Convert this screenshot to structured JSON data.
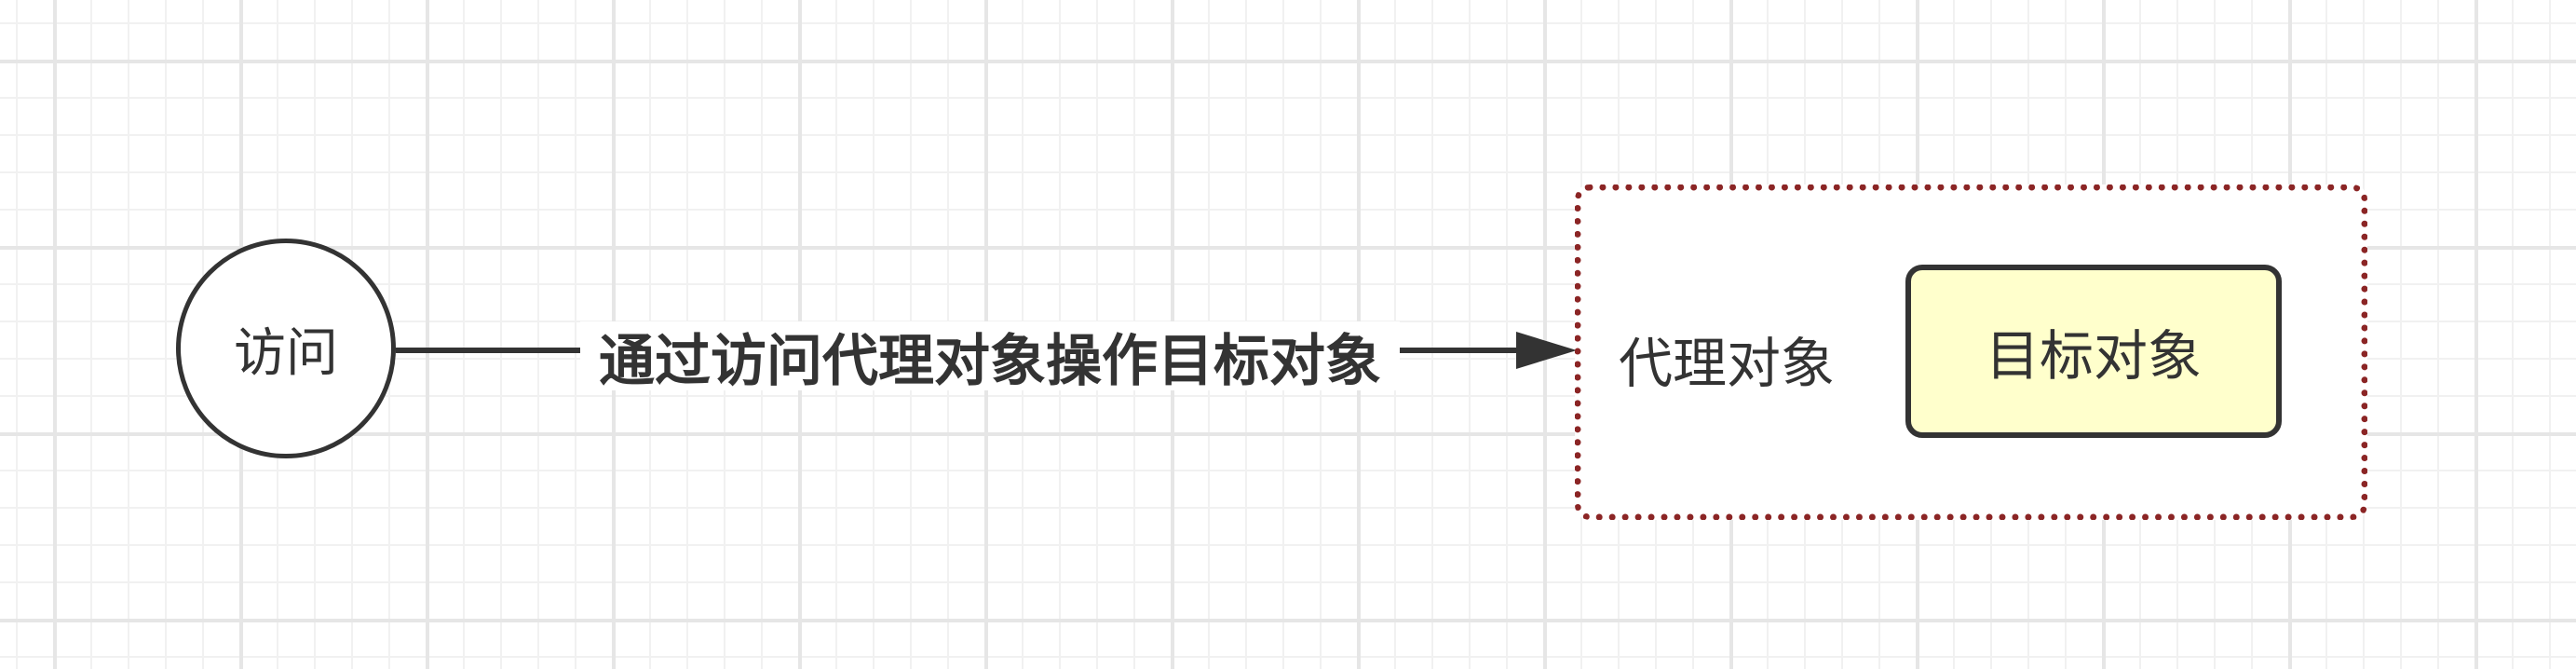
{
  "diagram": {
    "start_node": {
      "label": "访问"
    },
    "edge": {
      "label": "通过访问代理对象操作目标对象"
    },
    "proxy_container": {
      "label": "代理对象",
      "border_color": "#8b2525"
    },
    "target_node": {
      "label": "目标对象",
      "fill_color": "#ffffcc"
    }
  }
}
